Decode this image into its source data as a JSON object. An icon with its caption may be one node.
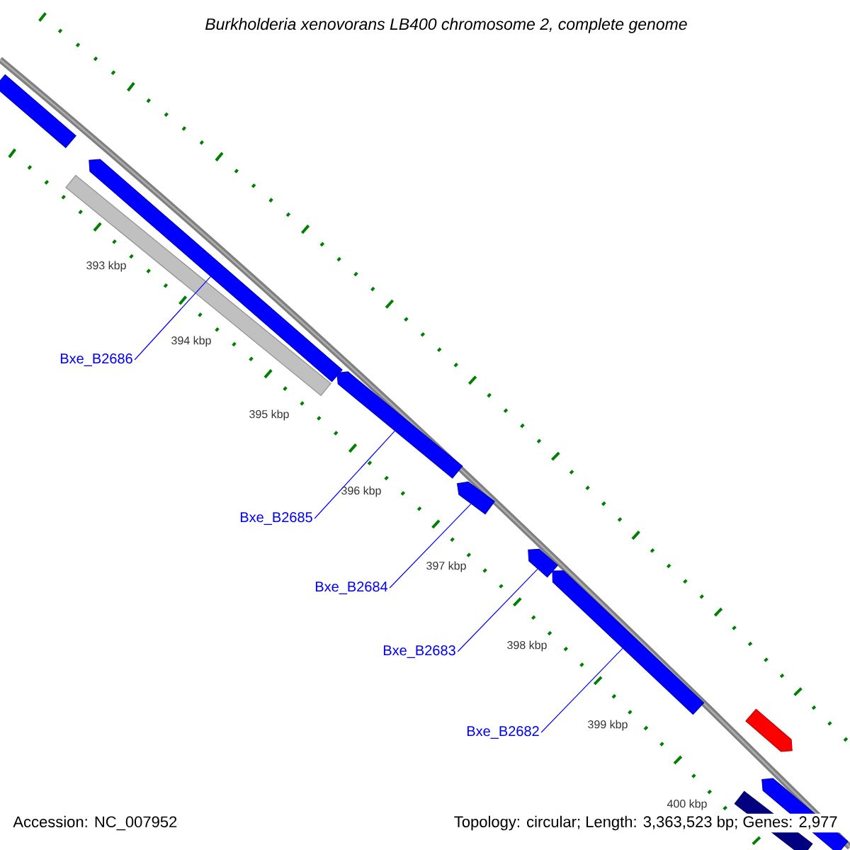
{
  "diagram": {
    "title": "Burkholderia xenovorans LB400 chromosome 2, complete genome",
    "nodes": [
      {
        "text": [],
        "shape": "bar"
      },
      {
        "text": [],
        "shape": "bar"
      },
      {
        "text": [],
        "shape": "bar"
      },
      {
        "text": [],
        "shape": "bar"
      },
      {
        "text": [],
        "shape": "bar"
      },
      {
        "text": [],
        "shape": "bar"
      },
      {
        "text": [],
        "shape": "bar"
      },
      {
        "text": [],
        "shape": "bar"
      },
      {
        "text": [],
        "shape": "bar"
      },
      {
        "text": [],
        "shape": "bar"
      },
      {
        "text": [
          "Bxe_B2686"
        ]
      },
      {
        "text": [
          "Bxe_B2685"
        ]
      },
      {
        "text": [
          "Bxe_B2684"
        ]
      },
      {
        "text": [
          "Bxe_B2683"
        ]
      },
      {
        "text": [
          "Bxe_B2682"
        ]
      }
    ],
    "edges": [
      {
        "from": 10,
        "to": 2,
        "arrow": "none"
      },
      {
        "from": 11,
        "to": 3,
        "arrow": "none"
      },
      {
        "from": 12,
        "to": 4,
        "arrow": "none"
      },
      {
        "from": 13,
        "to": 5,
        "arrow": "none"
      },
      {
        "from": 14,
        "to": 6,
        "arrow": "none"
      }
    ],
    "labels": [
      "393 kbp",
      "394 kbp",
      "395 kbp",
      "396 kbp",
      "397 kbp",
      "398 kbp",
      "399 kbp",
      "400 kbp",
      "Accession: NC_007952",
      "Topology: circular; Length: 3,363,523 bp; Genes: 2,977"
    ]
  }
}
